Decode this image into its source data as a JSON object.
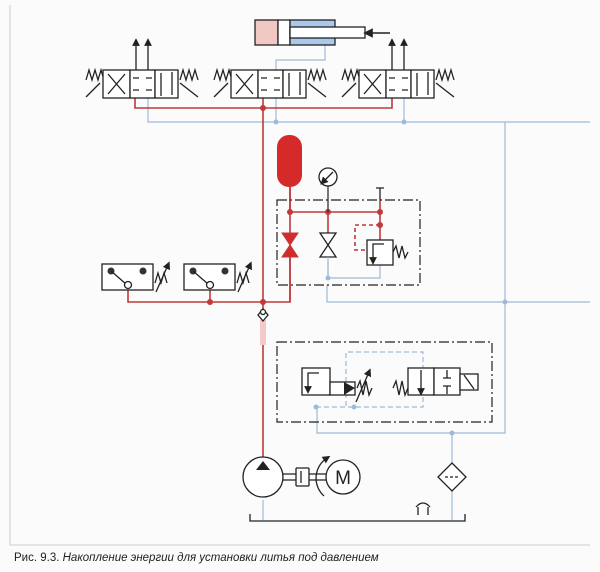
{
  "figure": {
    "caption_number": "Рис. 9.3.",
    "caption_text": "Накопление энергии для установки литья под давлением",
    "motor_label": "M"
  },
  "colors": {
    "pressure_line": "#c0393b",
    "return_line": "#9dbbd8",
    "cylinder_cap": "#f2c8c4",
    "cylinder_rod_side": "#a9c8ea"
  }
}
